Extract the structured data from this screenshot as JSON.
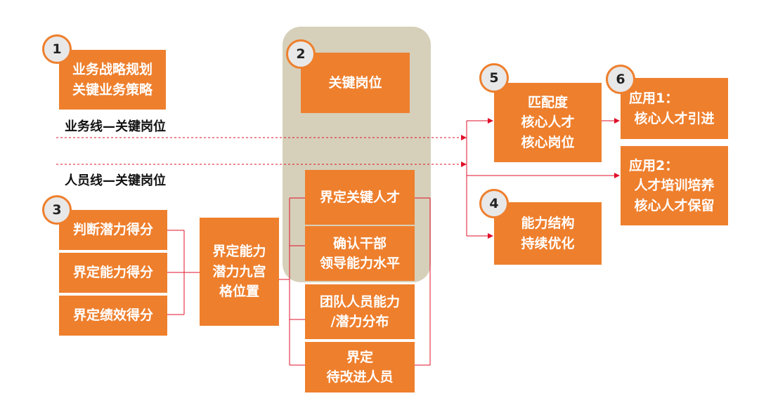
{
  "circles": {
    "c1": "1",
    "c2": "2",
    "c3": "3",
    "c4": "4",
    "c5": "5",
    "c6": "6"
  },
  "labels": {
    "business_line": "业务线—关键岗位",
    "people_line": "人员线—关键岗位"
  },
  "boxes": {
    "business_strategy": [
      "业务战略规划",
      "关键业务策略"
    ],
    "key_positions": [
      "关键岗位"
    ],
    "potential_score": [
      "判断潜力得分"
    ],
    "ability_score": [
      "界定能力得分"
    ],
    "performance_score": [
      "界定绩效得分"
    ],
    "nine_grid": [
      "界定能力",
      "潜力九宫",
      "格位置"
    ],
    "key_talent": [
      "界定关键人才"
    ],
    "confirm_cadre": [
      "确认干部",
      "领导能力水平"
    ],
    "team_distribution": [
      "团队人员能力",
      "/潜力分布"
    ],
    "improve_staff": [
      "界定",
      "待改进人员"
    ],
    "match": [
      "匹配度",
      "核心人才",
      "核心岗位"
    ],
    "ability_structure": [
      "能力结构",
      "持续优化"
    ],
    "app1": [
      "应用1：",
      "核心人才引进"
    ],
    "app2": [
      "应用2：",
      "人才培训培养",
      "核心人才保留"
    ]
  }
}
